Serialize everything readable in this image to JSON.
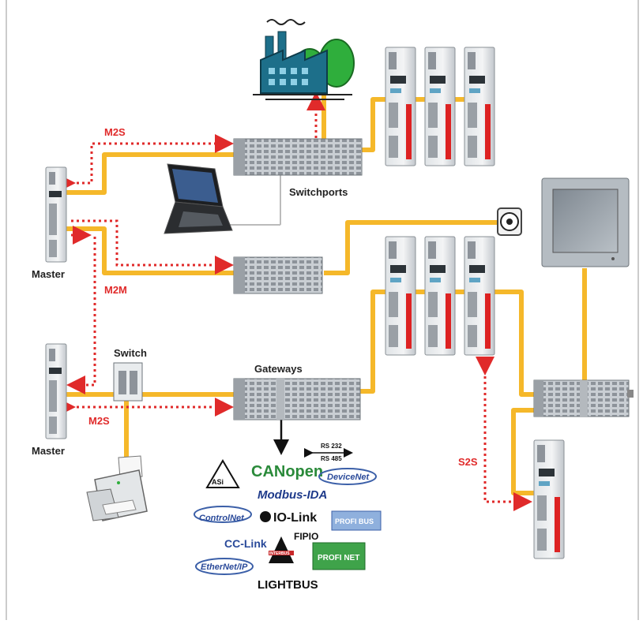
{
  "labels": {
    "switchports": "Switchports",
    "master_top": "Master",
    "master_bottom": "Master",
    "switch": "Switch",
    "gateways": "Gateways"
  },
  "connections": {
    "m2s_top": "M2S",
    "m2m": "M2M",
    "m2s_bottom": "M2S",
    "s2s": "S2S"
  },
  "logos": {
    "rs232": "RS 232",
    "rs485": "RS 485",
    "canopen": "CANopen",
    "devicenet": "DeviceNet",
    "asi": "ASi",
    "modbus": "Modbus-IDA",
    "controlnet": "ControlNet",
    "iolink": "IO-Link",
    "profibus": "PROFI BUS",
    "cclink": "CC-Link",
    "fipio": "FIPIO",
    "interbus": "INTERBUS",
    "ethernetip": "EtherNet/IP",
    "profinet": "PROFI NET",
    "lightbus": "LIGHTBUS"
  },
  "colors": {
    "bus": "#f5b82a",
    "link": "#e02a2a",
    "factory": "#1d6f8a",
    "tree": "#2fae3c"
  }
}
